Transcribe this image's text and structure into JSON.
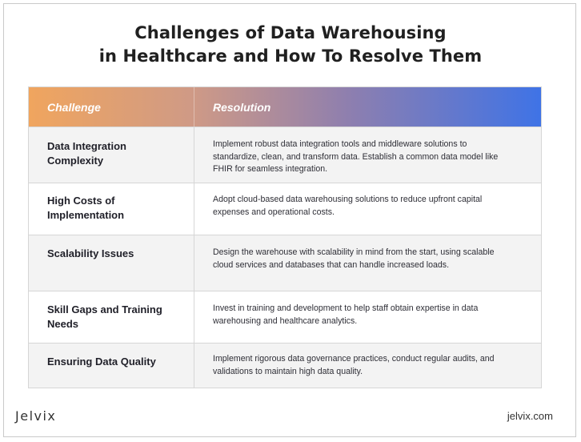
{
  "title": {
    "line1": "Challenges of Data Warehousing",
    "line2": "in Healthcare and How To Resolve Them"
  },
  "table": {
    "headers": {
      "challenge": "Challenge",
      "resolution": "Resolution"
    },
    "rows": [
      {
        "challenge": "Data Integration Complexity",
        "resolution": "Implement robust data integration tools and middleware solutions to standardize, clean, and transform data. Establish a common data model like FHIR for seamless integration."
      },
      {
        "challenge": "High Costs of Implementation",
        "resolution": "Adopt cloud-based data warehousing solutions to reduce upfront capital expenses and operational costs."
      },
      {
        "challenge": "Scalability Issues",
        "resolution": "Design the warehouse with scalability in mind from the start, using scalable cloud services and databases that can handle increased loads."
      },
      {
        "challenge": "Skill Gaps and Training Needs",
        "resolution": "Invest in training and development to help staff obtain expertise in data warehousing and healthcare analytics."
      },
      {
        "challenge": "Ensuring Data Quality",
        "resolution": "Implement rigorous data governance practices, conduct regular audits, and validations to maintain high data quality."
      }
    ]
  },
  "footer": {
    "brand": "Jelvix",
    "site": "jelvix.com"
  },
  "colors": {
    "header_gradient_start": "#f0a55e",
    "header_gradient_end": "#3f73e6",
    "row_alt": "#f3f3f3"
  }
}
